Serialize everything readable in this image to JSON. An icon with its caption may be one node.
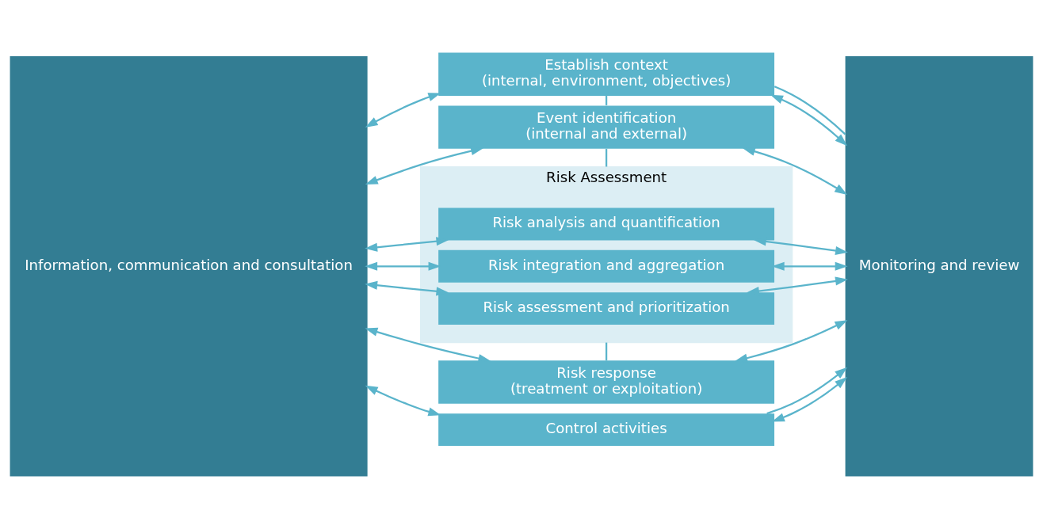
{
  "diagram": {
    "nodes": [
      {
        "text": [
          "Information, communication and consultation"
        ]
      },
      {
        "text": [
          "Establish context",
          "(internal, environment, objectives)"
        ]
      },
      {
        "text": [
          "Event identification",
          "(internal and external)"
        ]
      },
      {
        "text": [
          "Risk Assessment"
        ]
      },
      {
        "text": [
          "Risk analysis and quantification"
        ],
        "in": 3
      },
      {
        "text": [
          "Risk integration and aggregation"
        ],
        "in": 3
      },
      {
        "text": [
          "Risk assessment and prioritization"
        ],
        "in": 3
      },
      {
        "text": [
          "Risk response",
          "(treatment or exploitation)"
        ]
      },
      {
        "text": [
          "Control activities"
        ]
      },
      {
        "text": [
          "Monitoring and review"
        ]
      }
    ],
    "edges": [
      {
        "from": 0,
        "to": 1,
        "arrow": "both"
      },
      {
        "from": 0,
        "to": 2,
        "arrow": "both"
      },
      {
        "from": 0,
        "to": 4,
        "arrow": "both"
      },
      {
        "from": 0,
        "to": 5,
        "arrow": "both"
      },
      {
        "from": 0,
        "to": 6,
        "arrow": "both"
      },
      {
        "from": 0,
        "to": 7,
        "arrow": "both"
      },
      {
        "from": 0,
        "to": 8,
        "arrow": "both"
      },
      {
        "from": 1,
        "to": 9,
        "arrow": "both"
      },
      {
        "from": 2,
        "to": 9,
        "arrow": "both"
      },
      {
        "from": 4,
        "to": 9,
        "arrow": "both"
      },
      {
        "from": 5,
        "to": 9,
        "arrow": "both"
      },
      {
        "from": 6,
        "to": 9,
        "arrow": "both"
      },
      {
        "from": 7,
        "to": 9,
        "arrow": "both"
      },
      {
        "from": 8,
        "to": 9,
        "arrow": "both"
      },
      {
        "from": 1,
        "to": 2,
        "arrow": "none"
      },
      {
        "from": 2,
        "to": 3,
        "arrow": "none"
      },
      {
        "from": 3,
        "to": 7,
        "arrow": "none"
      },
      {
        "from": 8,
        "to": 9,
        "arrow": "to"
      },
      {
        "from": 9,
        "to": 1,
        "arrow": "none"
      }
    ]
  }
}
